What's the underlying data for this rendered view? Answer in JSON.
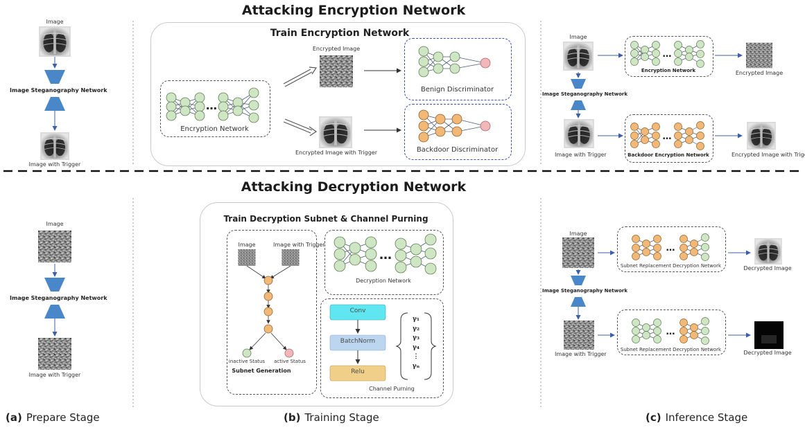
{
  "titles": {
    "encryption_attack": "Attacking Encryption Network",
    "decryption_attack": "Attacking Decryption Network"
  },
  "top": {
    "prepare": {
      "image": "Image",
      "network": "Image Steganography Network",
      "image_trigger": "Image with Trigger"
    },
    "training": {
      "panel_title": "Train Encryption Network",
      "encrypted_image": "Encrypted Image",
      "encrypted_trigger": "Encrypted Image with Trigger",
      "encryption_network": "Encryption Network",
      "benign": "Benign Discriminator",
      "backdoor": "Backdoor Discriminator"
    },
    "inference": {
      "image": "Image",
      "encryption_network": "Encryption Network",
      "encrypted_image": "Encrypted Image",
      "stego": "Image Steganography Network",
      "image_trigger": "Image with Trigger",
      "backdoor_network": "Backdoor Encryption Network",
      "encrypted_trigger": "Encrypted Image with Trigger"
    }
  },
  "bottom": {
    "prepare": {
      "image": "Image",
      "network": "Image Steganography Network",
      "image_trigger": "Image with Trigger"
    },
    "training": {
      "panel_title": "Train Decryption Subnet & Channel Purning",
      "image": "Image",
      "image_trigger": "Image with Trigger",
      "inactive": "inactive Status",
      "active": "active Status",
      "subnet": "Subnet Generation",
      "decryption_network": "Decryption Network",
      "conv": "Conv",
      "batchnorm": "BatchNorm",
      "relu": "Relu",
      "gammas": [
        "γ₁",
        "γ₂",
        "γ₃",
        "γ₄",
        "⋮",
        "γₙ"
      ],
      "channel": "Channel Purning"
    },
    "inference": {
      "image": "Image",
      "subnet_top": "Subnet Replacement Decryption Network",
      "decrypted_top": "Decrypted Image",
      "stego": "Image Steganography Network",
      "image_trigger": "Image with Trigger",
      "subnet_bottom": "Subnet Replacement Decryption Network",
      "decrypted_bottom": "Decrypted Image"
    }
  },
  "captions": {
    "a_tag": "(a)",
    "a_text": "Prepare Stage",
    "b_tag": "(b)",
    "b_text": "Training Stage",
    "c_tag": "(c)",
    "c_text": "Inference Stage"
  },
  "colors": {
    "node_green": "#cfe6c5",
    "node_orange": "#f2b877",
    "node_pink": "#f4b7b9",
    "stego_blue": "#4a87c9",
    "conv": "#5fe6f0",
    "batchnorm": "#bcd6ef",
    "relu": "#f0cf88"
  }
}
